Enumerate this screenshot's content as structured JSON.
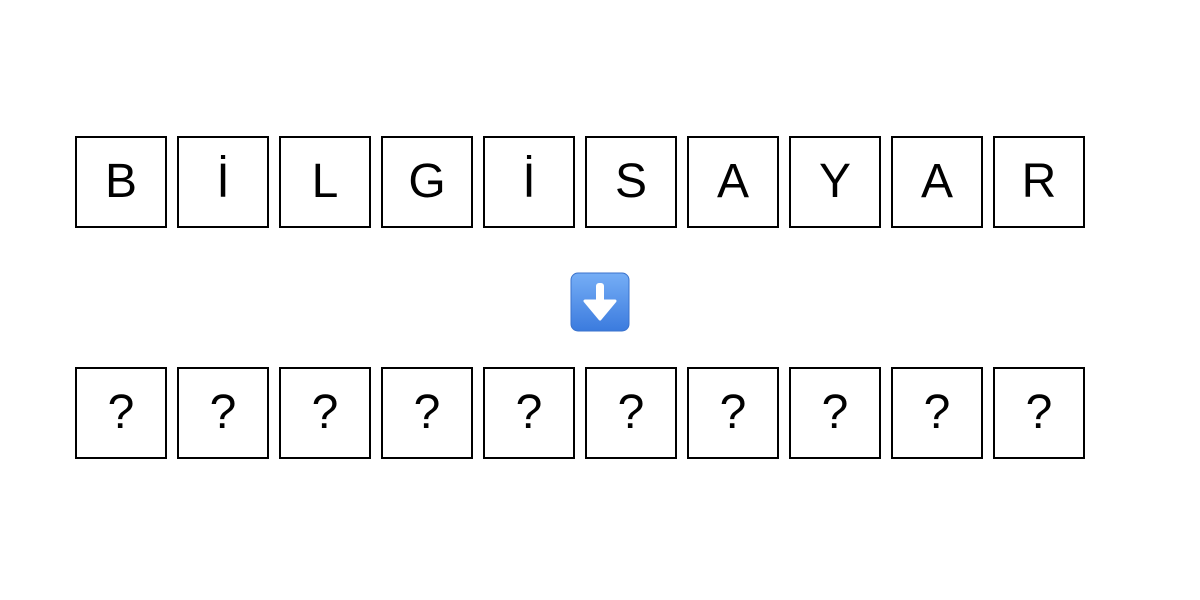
{
  "puzzle": {
    "source_letters": [
      "B",
      "İ",
      "L",
      "G",
      "İ",
      "S",
      "A",
      "Y",
      "A",
      "R"
    ],
    "answer_slots": [
      "?",
      "?",
      "?",
      "?",
      "?",
      "?",
      "?",
      "?",
      "?",
      "?"
    ],
    "arrow_icon": "down-arrow-icon",
    "colors": {
      "tile_border": "#000000",
      "arrow_bg_top": "#6FA8F5",
      "arrow_bg_bottom": "#3D7DE0",
      "arrow_fg": "#ffffff"
    }
  }
}
